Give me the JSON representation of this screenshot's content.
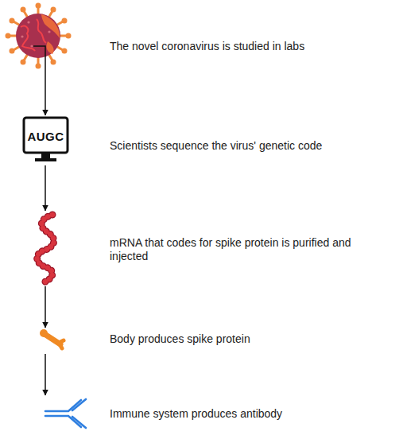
{
  "diagram": {
    "nodes": [
      {
        "text": [
          "The novel coronavirus is studied in labs"
        ]
      },
      {
        "text": [
          "AUGC",
          "Scientists sequence the virus' genetic code"
        ]
      },
      {
        "text": [
          "mRNA that codes for spike protein is purified and injected"
        ]
      },
      {
        "text": [
          "Body produces spike protein"
        ]
      },
      {
        "text": [
          "Immune system produces antibody"
        ]
      }
    ],
    "edges": [
      {
        "from": 0,
        "to": 1,
        "arrow": "to"
      },
      {
        "from": 1,
        "to": 2,
        "arrow": "to"
      },
      {
        "from": 2,
        "to": 3,
        "arrow": "to"
      },
      {
        "from": 3,
        "to": 4,
        "arrow": "to"
      }
    ]
  }
}
